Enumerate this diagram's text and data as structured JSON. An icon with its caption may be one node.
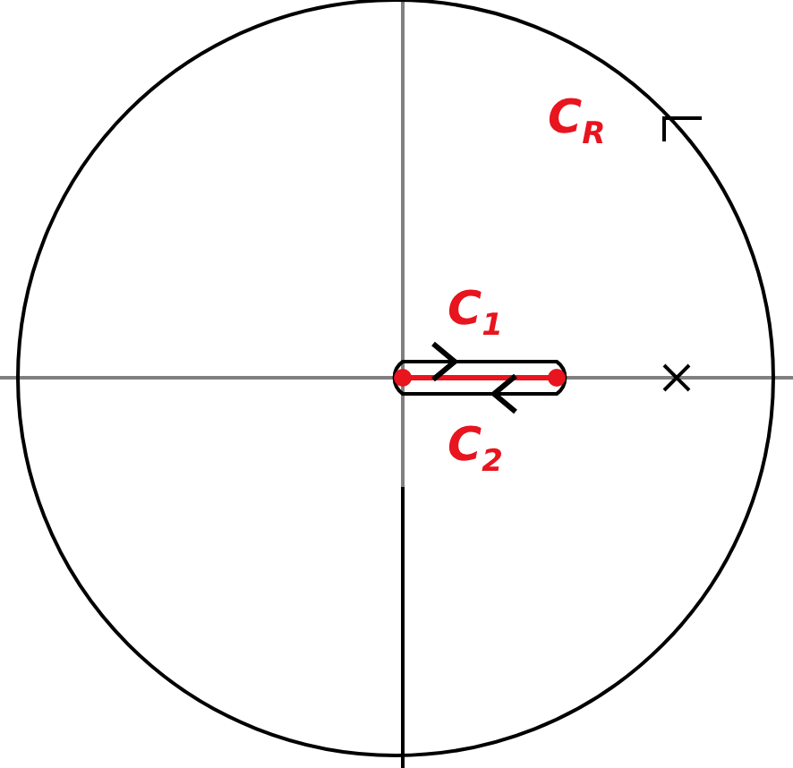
{
  "diagram": {
    "labels": [
      "C$_{R}$",
      "C$_{1}$",
      "C$_{2}$"
    ]
  }
}
